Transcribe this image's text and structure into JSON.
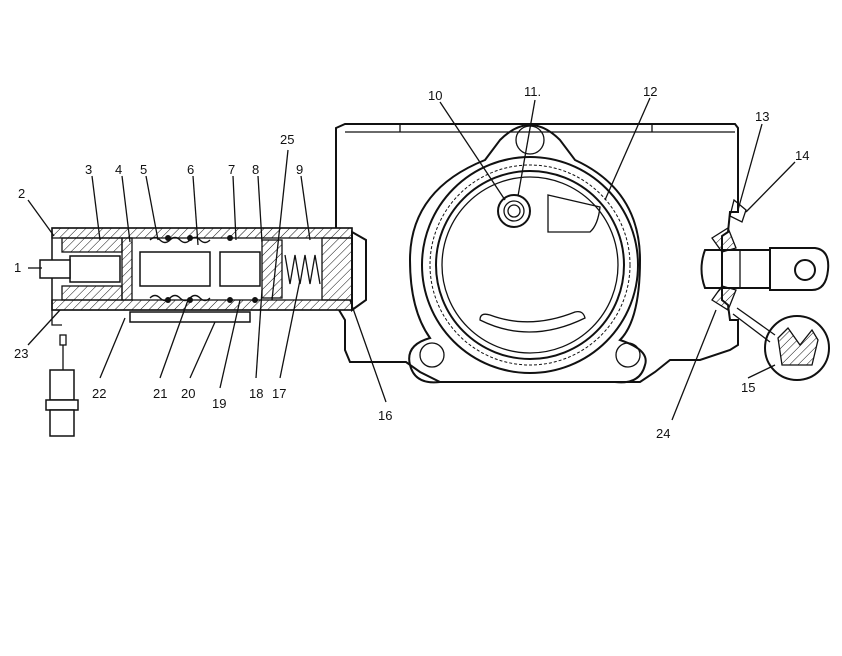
{
  "callouts": [
    {
      "id": "1",
      "text": "1"
    },
    {
      "id": "2",
      "text": "2"
    },
    {
      "id": "3",
      "text": "3"
    },
    {
      "id": "4",
      "text": "4"
    },
    {
      "id": "5",
      "text": "5"
    },
    {
      "id": "6",
      "text": "6"
    },
    {
      "id": "7",
      "text": "7"
    },
    {
      "id": "8",
      "text": "8"
    },
    {
      "id": "9",
      "text": "9"
    },
    {
      "id": "10",
      "text": "10"
    },
    {
      "id": "11",
      "text": "11."
    },
    {
      "id": "12",
      "text": "12"
    },
    {
      "id": "13",
      "text": "13"
    },
    {
      "id": "14",
      "text": "14"
    },
    {
      "id": "15",
      "text": "15"
    },
    {
      "id": "16",
      "text": "16"
    },
    {
      "id": "17",
      "text": "17"
    },
    {
      "id": "18",
      "text": "18"
    },
    {
      "id": "19",
      "text": "19"
    },
    {
      "id": "20",
      "text": "20"
    },
    {
      "id": "21",
      "text": "21"
    },
    {
      "id": "22",
      "text": "22"
    },
    {
      "id": "23",
      "text": "23"
    },
    {
      "id": "24",
      "text": "24"
    },
    {
      "id": "25",
      "text": "25"
    }
  ]
}
